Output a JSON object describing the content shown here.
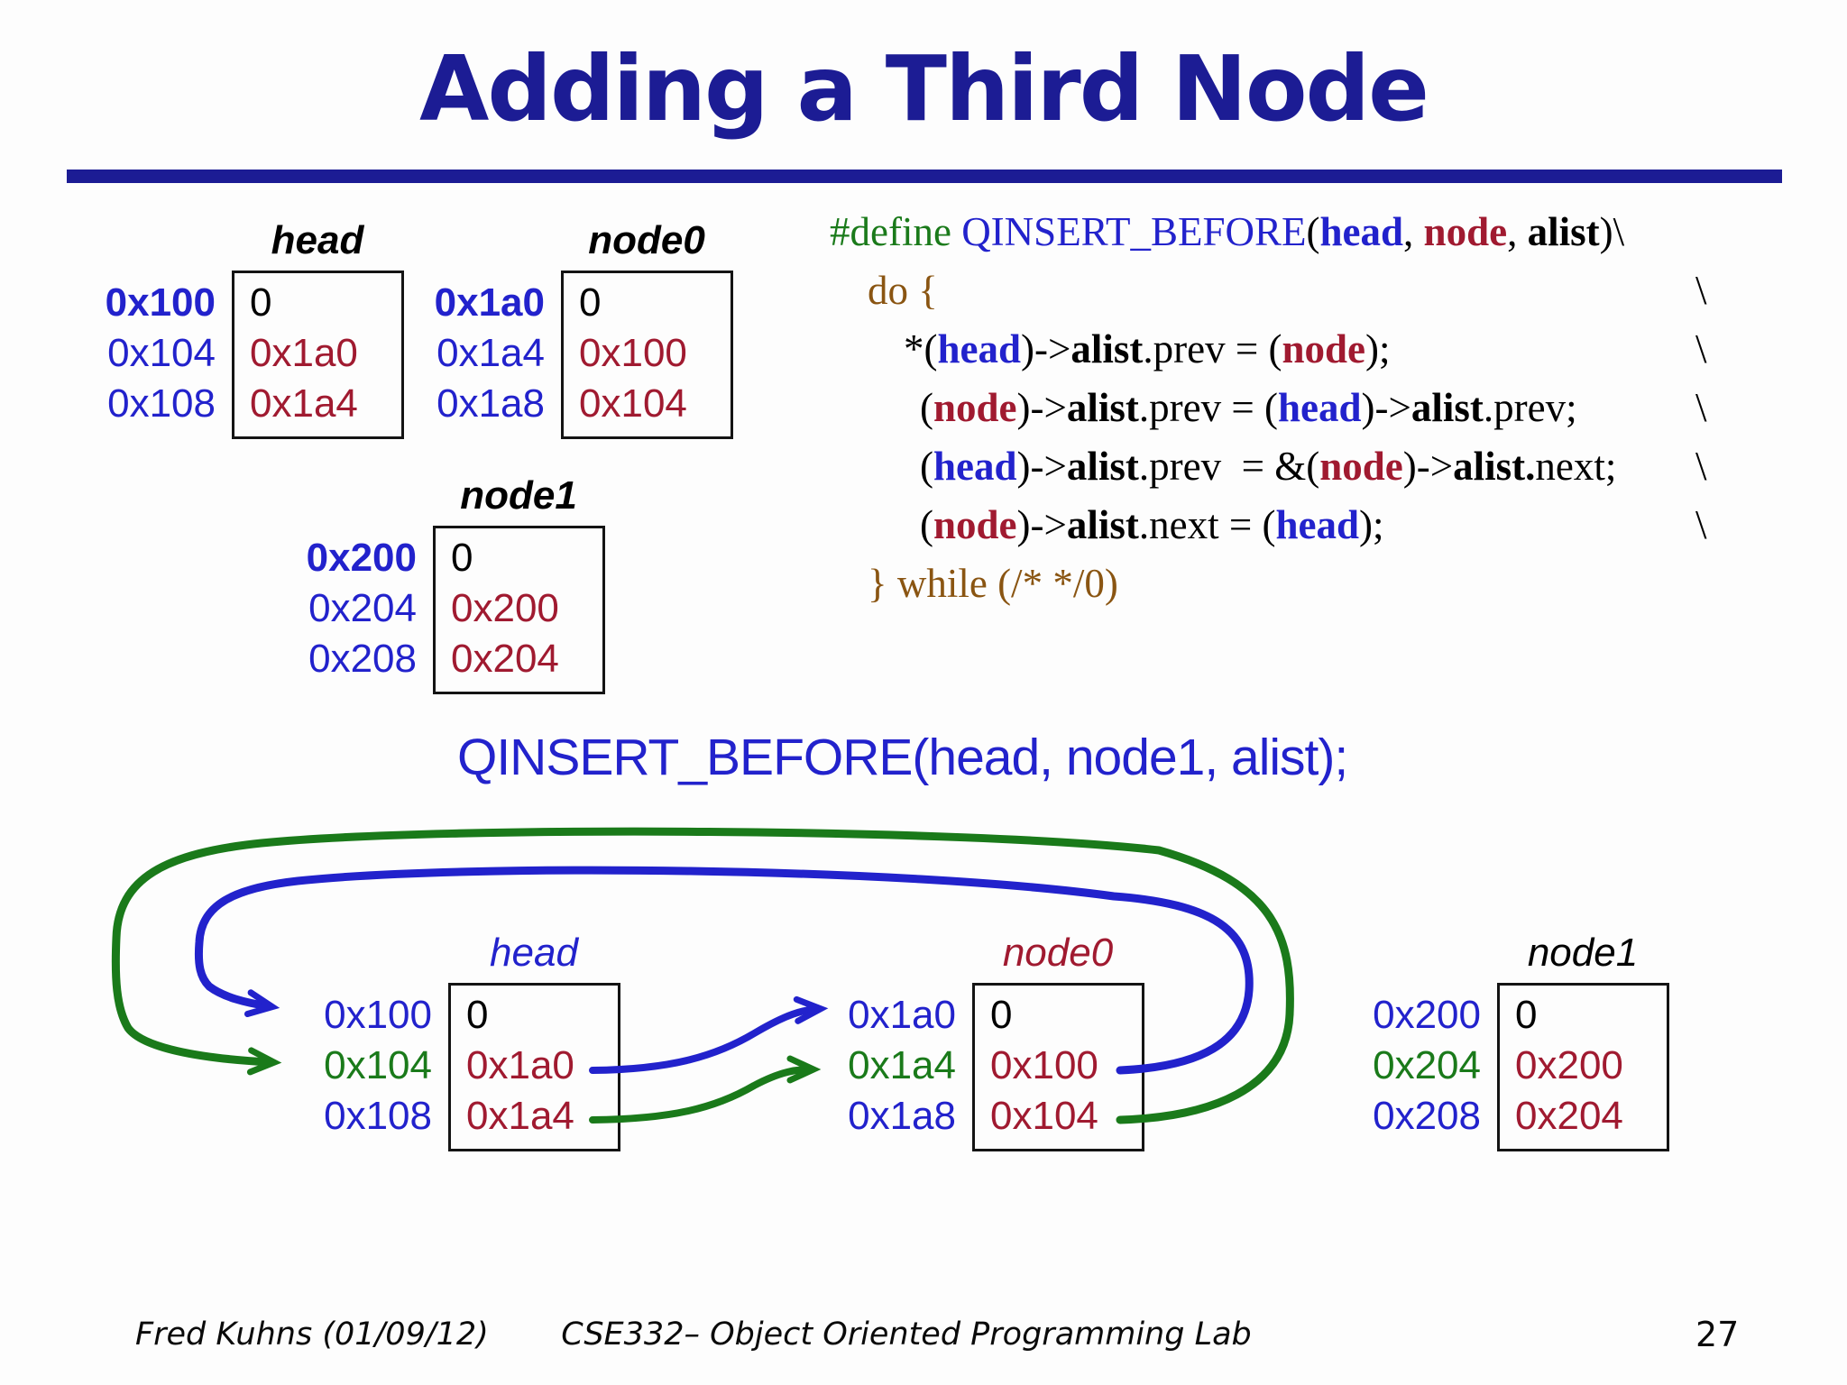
{
  "title": "Adding a Third Node",
  "colors": {
    "navy": "#1c1c94",
    "blue": "#2222cc",
    "green": "#1a7a1a",
    "darkred": "#a01a30",
    "brown": "#8a5512",
    "black": "#000000"
  },
  "macro_call": "QINSERT_BEFORE(head, node1, alist);",
  "code": {
    "lines": [
      {
        "indent": 0,
        "cont": false,
        "segments": [
          {
            "t": "#define ",
            "c": "green"
          },
          {
            "t": "QINSERT_BEFORE",
            "c": "blue"
          },
          {
            "t": "(",
            "c": "black"
          },
          {
            "t": "head",
            "c": "blue",
            "b": true
          },
          {
            "t": ", ",
            "c": "black"
          },
          {
            "t": "node",
            "c": "darkred",
            "b": true
          },
          {
            "t": ", ",
            "c": "black"
          },
          {
            "t": "alist",
            "c": "black",
            "b": true
          },
          {
            "t": ")\\",
            "c": "black"
          }
        ]
      },
      {
        "indent": 1,
        "cont": true,
        "segments": [
          {
            "t": "do {",
            "c": "brown"
          }
        ]
      },
      {
        "indent": 2,
        "cont": true,
        "segments": [
          {
            "t": "*(",
            "c": "black"
          },
          {
            "t": "head",
            "c": "blue",
            "b": true
          },
          {
            "t": ")->",
            "c": "black"
          },
          {
            "t": "alist",
            "c": "black",
            "b": true
          },
          {
            "t": ".prev = (",
            "c": "black"
          },
          {
            "t": "node",
            "c": "darkred",
            "b": true
          },
          {
            "t": ");",
            "c": "black"
          }
        ]
      },
      {
        "indent": 3,
        "cont": true,
        "segments": [
          {
            "t": "(",
            "c": "black"
          },
          {
            "t": "node",
            "c": "darkred",
            "b": true
          },
          {
            "t": ")->",
            "c": "black"
          },
          {
            "t": "alist",
            "c": "black",
            "b": true
          },
          {
            "t": ".prev = (",
            "c": "black"
          },
          {
            "t": "head",
            "c": "blue",
            "b": true
          },
          {
            "t": ")->",
            "c": "black"
          },
          {
            "t": "alist",
            "c": "black",
            "b": true
          },
          {
            "t": ".prev;",
            "c": "black"
          }
        ]
      },
      {
        "indent": 3,
        "cont": true,
        "segments": [
          {
            "t": "(",
            "c": "black"
          },
          {
            "t": "head",
            "c": "blue",
            "b": true
          },
          {
            "t": ")->",
            "c": "black"
          },
          {
            "t": "alist",
            "c": "black",
            "b": true
          },
          {
            "t": ".prev  = &(",
            "c": "black"
          },
          {
            "t": "node",
            "c": "darkred",
            "b": true
          },
          {
            "t": ")->",
            "c": "black"
          },
          {
            "t": "alist.",
            "c": "black",
            "b": true
          },
          {
            "t": "next;",
            "c": "black"
          }
        ]
      },
      {
        "indent": 3,
        "cont": true,
        "segments": [
          {
            "t": "(",
            "c": "black"
          },
          {
            "t": "node",
            "c": "darkred",
            "b": true
          },
          {
            "t": ")->",
            "c": "black"
          },
          {
            "t": "alist",
            "c": "black",
            "b": true
          },
          {
            "t": ".next = (",
            "c": "black"
          },
          {
            "t": "head",
            "c": "blue",
            "b": true
          },
          {
            "t": ");",
            "c": "black"
          }
        ]
      },
      {
        "indent": 1,
        "cont": false,
        "segments": [
          {
            "t": "} while (/* */0)",
            "c": "brown"
          }
        ]
      }
    ]
  },
  "memory_tables": [
    {
      "id": "top-head",
      "label": "head",
      "label_color": "black",
      "rows": [
        {
          "addr": "0x100",
          "ac": "blue",
          "ab": true,
          "val": "0",
          "vc": "black"
        },
        {
          "addr": "0x104",
          "ac": "blue",
          "ab": false,
          "val": "0x1a0",
          "vc": "darkred"
        },
        {
          "addr": "0x108",
          "ac": "blue",
          "ab": false,
          "val": "0x1a4",
          "vc": "darkred"
        }
      ]
    },
    {
      "id": "top-node0",
      "label": "node0",
      "label_color": "black",
      "rows": [
        {
          "addr": "0x1a0",
          "ac": "blue",
          "ab": true,
          "val": "0",
          "vc": "black"
        },
        {
          "addr": "0x1a4",
          "ac": "blue",
          "ab": false,
          "val": "0x100",
          "vc": "darkred"
        },
        {
          "addr": "0x1a8",
          "ac": "blue",
          "ab": false,
          "val": "0x104",
          "vc": "darkred"
        }
      ]
    },
    {
      "id": "top-node1",
      "label": "node1",
      "label_color": "black",
      "rows": [
        {
          "addr": "0x200",
          "ac": "blue",
          "ab": true,
          "val": "0",
          "vc": "black"
        },
        {
          "addr": "0x204",
          "ac": "blue",
          "ab": false,
          "val": "0x200",
          "vc": "darkred"
        },
        {
          "addr": "0x208",
          "ac": "blue",
          "ab": false,
          "val": "0x204",
          "vc": "darkred"
        }
      ]
    },
    {
      "id": "bottom-head",
      "label": "head",
      "label_color": "blue",
      "rows": [
        {
          "addr": "0x100",
          "ac": "blue",
          "ab": false,
          "val": "0",
          "vc": "black"
        },
        {
          "addr": "0x104",
          "ac": "green",
          "ab": false,
          "val": "0x1a0",
          "vc": "darkred"
        },
        {
          "addr": "0x108",
          "ac": "blue",
          "ab": false,
          "val": "0x1a4",
          "vc": "darkred"
        }
      ]
    },
    {
      "id": "bottom-node0",
      "label": "node0",
      "label_color": "darkred",
      "rows": [
        {
          "addr": "0x1a0",
          "ac": "blue",
          "ab": false,
          "val": "0",
          "vc": "black"
        },
        {
          "addr": "0x1a4",
          "ac": "green",
          "ab": false,
          "val": "0x100",
          "vc": "darkred"
        },
        {
          "addr": "0x1a8",
          "ac": "blue",
          "ab": false,
          "val": "0x104",
          "vc": "darkred"
        }
      ]
    },
    {
      "id": "bottom-node1",
      "label": "node1",
      "label_color": "black",
      "rows": [
        {
          "addr": "0x200",
          "ac": "blue",
          "ab": false,
          "val": "0",
          "vc": "black"
        },
        {
          "addr": "0x204",
          "ac": "green",
          "ab": false,
          "val": "0x200",
          "vc": "darkred"
        },
        {
          "addr": "0x208",
          "ac": "blue",
          "ab": false,
          "val": "0x204",
          "vc": "darkred"
        }
      ]
    }
  ],
  "arrows": [
    {
      "name": "blue-arrow-head-value-to-node0-addr",
      "color": "blue",
      "from": "head value 0x1a0",
      "to": "node0 address 0x1a0"
    },
    {
      "name": "green-arrow-head-value-to-node0-addr",
      "color": "green",
      "from": "head value 0x1a4",
      "to": "node0 address 0x1a4"
    },
    {
      "name": "blue-loop-node0-value-to-head-addr",
      "color": "blue",
      "from": "node0 value 0x100",
      "to": "head address 0x100"
    },
    {
      "name": "green-loop-node0-value-to-head-addr",
      "color": "green",
      "from": "node0 value 0x104",
      "to": "head address 0x104"
    }
  ],
  "footer": {
    "author": "Fred Kuhns (01/09/12)",
    "course": "CSE332– Object Oriented Programming Lab",
    "page": "27"
  }
}
